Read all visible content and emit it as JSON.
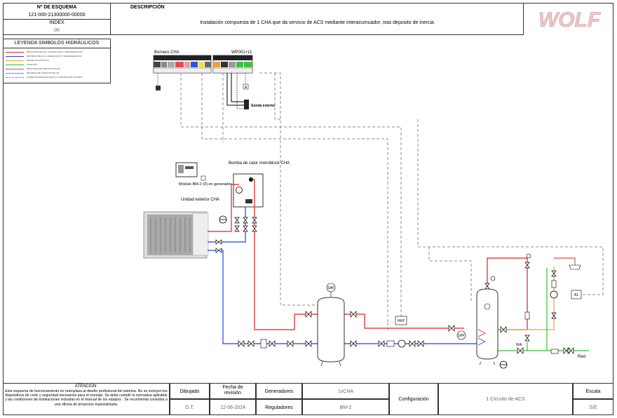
{
  "title_block": {
    "scheme_label": "Nº DE ESQUEMA",
    "scheme_number": "121-000-21300000-00000",
    "index_label": "INDEX",
    "index_value": "00",
    "description_label": "DESCRIPCIÓN",
    "description": "Instalación compuesta de 1 CHA que da servicio de ACS mediante interacumuador ,tras deposito de inercia",
    "brand": "WOLF"
  },
  "legend": {
    "title": "LEYENDA SIMBOLOS HIDRÁULICOS",
    "items": [
      {
        "label": "IMPULSIÓN DE ACS, CALEFACCIÓN Y REFRIGERACIÓN",
        "color": "#e02020",
        "dash": false
      },
      {
        "label": "RETORNO DE ACS, CALEFACCIÓN Y REFRIGERACIÓN",
        "color": "#2040e0",
        "dash": false
      },
      {
        "label": "RECIRCULACIÓN ACS",
        "color": "#f0a020",
        "dash": false
      },
      {
        "label": "TOMA AFS",
        "color": "#30c030",
        "dash": false
      },
      {
        "label": "IMPULSIÓN DE CIRCUITO SOLAR",
        "color": "#c040c0",
        "dash": false
      },
      {
        "label": "RETORNO DE CIRCUITO SOLAR",
        "color": "#40b0e0",
        "dash": false
      },
      {
        "label": "ALIMENTACIÓN ELÉCTRICA O CONEXIÓN DE CONTROL",
        "color": "#888888",
        "dash": true
      }
    ]
  },
  "diagram": {
    "terminal_block_1": "Bornero CHA",
    "terminal_block_2": "WP001+11",
    "outdoor_sensor": "Sonda exterior",
    "module_label": "Módulo BM-2 (0) en generador",
    "heat_pump_label": "Bomba de calor monoblock CHA",
    "outdoor_unit_label": "Unidad exterior CHA",
    "saf_tag": "SAF",
    "spf_tag": "SPF",
    "hkp_tag": "HKP",
    "a1_tag": "A1",
    "na_tag": "N/A",
    "red_tag": "Red",
    "a_tag": "A"
  },
  "footer": {
    "attention_title": "ATENCIÓN:",
    "attention_text": "Este esquema de funcionamiento no reemplaza al diseño profesional del sistema. No se incluyen los dispositivos de corte y seguridad necesarios para el montaje. Se debe cumplir la normativa aplicable y las condiciones de instalaciones incluidas en el manual de los equipos . Se recomienda consultar a una oficina de proyectos especializada.",
    "drawn_label": "Dibujado",
    "drawn_value": "D.T.",
    "revision_label": "Fecha de revisión",
    "revision_value": "12-06-2024",
    "generators_label": "Generadores",
    "generators_value": "1xCHA",
    "regulators_label": "Reguladores",
    "regulators_value": "BM-2",
    "config_label": "Configuración",
    "config_value": "1 Circuito de ACS",
    "scale_label": "Escala",
    "scale_value": "S/E"
  }
}
